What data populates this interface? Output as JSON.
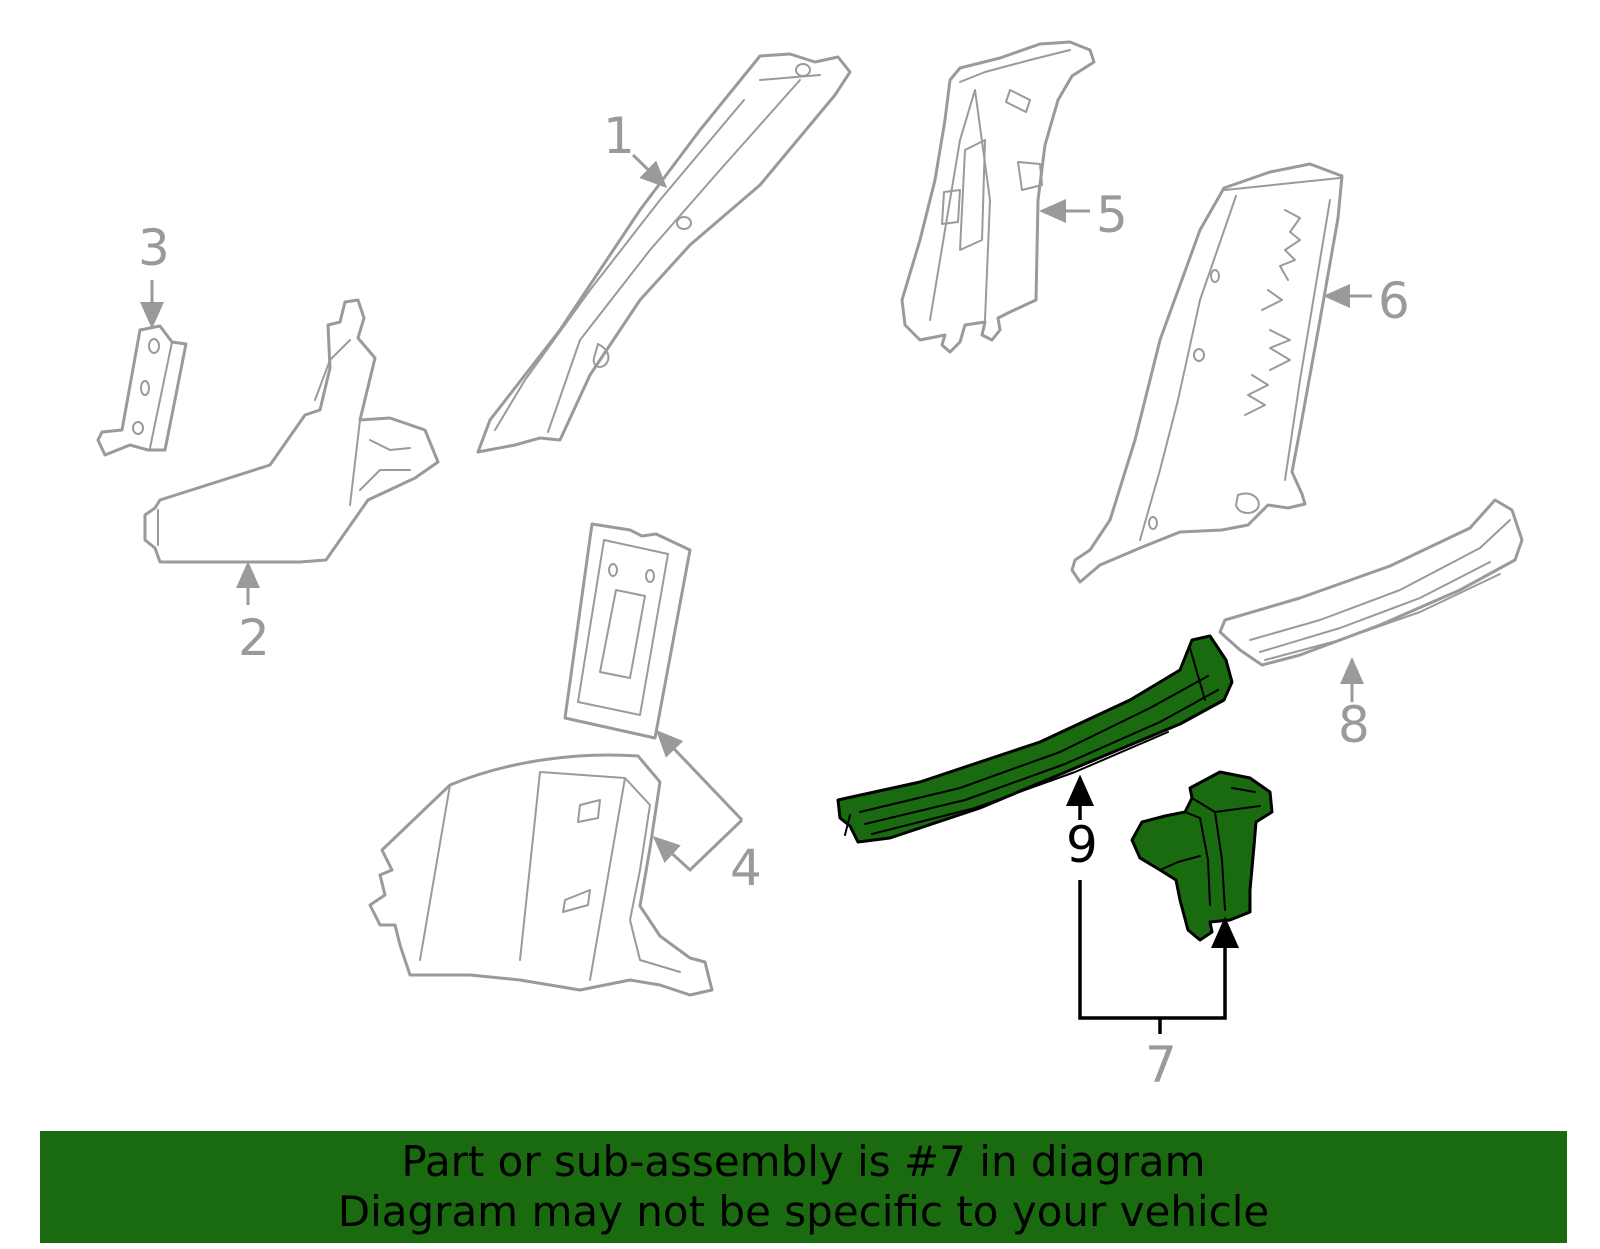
{
  "colors": {
    "highlight_fill": "#1a6b10",
    "part_stroke": "#9a9a9a",
    "highlight_stroke": "#000000",
    "banner_bg": "#1a6b10"
  },
  "highlighted_part": "7",
  "callouts": [
    {
      "id": "1",
      "label": "1"
    },
    {
      "id": "2",
      "label": "2"
    },
    {
      "id": "3",
      "label": "3"
    },
    {
      "id": "4",
      "label": "4"
    },
    {
      "id": "5",
      "label": "5"
    },
    {
      "id": "6",
      "label": "6"
    },
    {
      "id": "7",
      "label": "7"
    },
    {
      "id": "8",
      "label": "8"
    },
    {
      "id": "9",
      "label": "9"
    }
  ],
  "banner": {
    "line1": "Part or sub-assembly is #7 in diagram",
    "line2": "Diagram may not be specific to your vehicle"
  }
}
